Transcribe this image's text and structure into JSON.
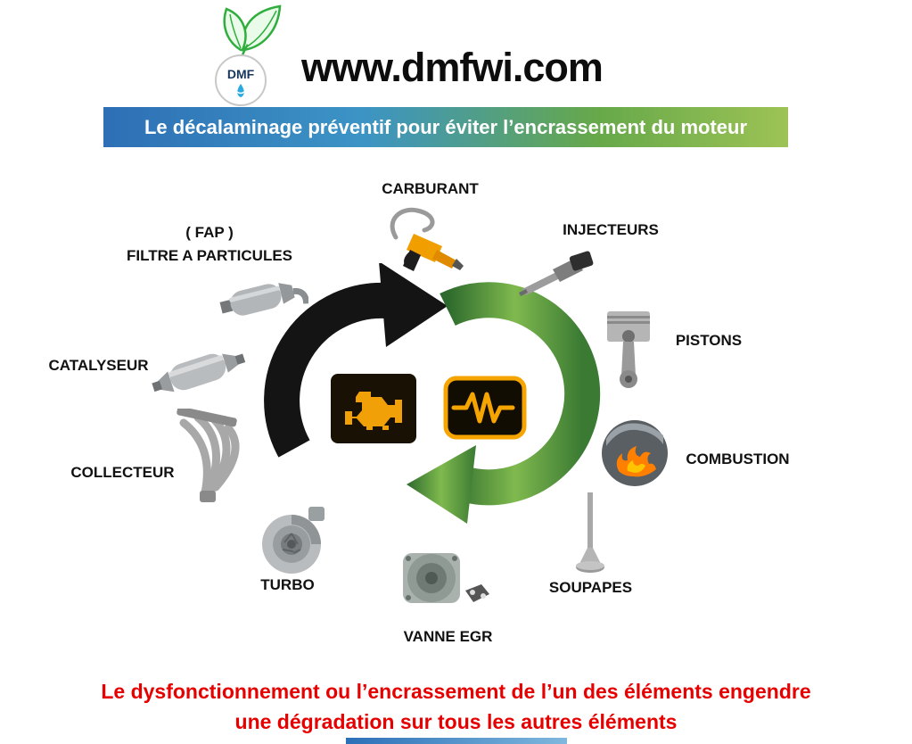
{
  "header": {
    "logo": {
      "text": "DMF",
      "icon": "leaf-and-water-drop-logo"
    },
    "site_url": "www.dmfwi.com",
    "banner_title": "Le décalaminage préventif pour éviter l’encrassement du moteur"
  },
  "diagram": {
    "center": {
      "left_icon": "check-engine-warning-icon",
      "right_icon": "engine-electronics-warning-icon",
      "arrows": [
        "black-cycle-arrow",
        "green-cycle-arrow"
      ]
    },
    "labels": [
      {
        "id": "carburant",
        "label": "CARBURANT",
        "icon": "fuel-nozzle"
      },
      {
        "id": "injecteurs",
        "label": "INJECTEURS",
        "icon": "fuel-injector"
      },
      {
        "id": "pistons",
        "label": "PISTONS",
        "icon": "piston"
      },
      {
        "id": "combustion",
        "label": "COMBUSTION",
        "icon": "combustion-flame"
      },
      {
        "id": "soupapes",
        "label": "SOUPAPES",
        "icon": "engine-valve"
      },
      {
        "id": "vanne_egr",
        "label": "VANNE EGR",
        "icon": "egr-valve"
      },
      {
        "id": "turbo",
        "label": "TURBO",
        "icon": "turbocharger"
      },
      {
        "id": "collecteur",
        "label": "COLLECTEUR",
        "icon": "exhaust-manifold"
      },
      {
        "id": "catalyseur",
        "label": "CATALYSEUR",
        "icon": "catalytic-converter"
      },
      {
        "id": "fap",
        "label_line1": "( FAP )",
        "label_line2": "FILTRE A PARTICULES",
        "icon": "particulate-filter"
      }
    ]
  },
  "footer": {
    "warning_line1": "Le dysfonctionnement ou l’encrassement de l’un des éléments engendre",
    "warning_line2": "une dégradation sur tous les autres éléments"
  },
  "colors": {
    "banner_gradient": [
      "#2e6fb5",
      "#3c94c5",
      "#66a84a",
      "#9dc355"
    ],
    "warning_orange": "#f2a007",
    "arrow_black": "#141414",
    "arrow_green": "#5a9e3a",
    "footer_red": "#e60000",
    "logo_green": "#2fae3e",
    "logo_blue": "#29abe2"
  }
}
